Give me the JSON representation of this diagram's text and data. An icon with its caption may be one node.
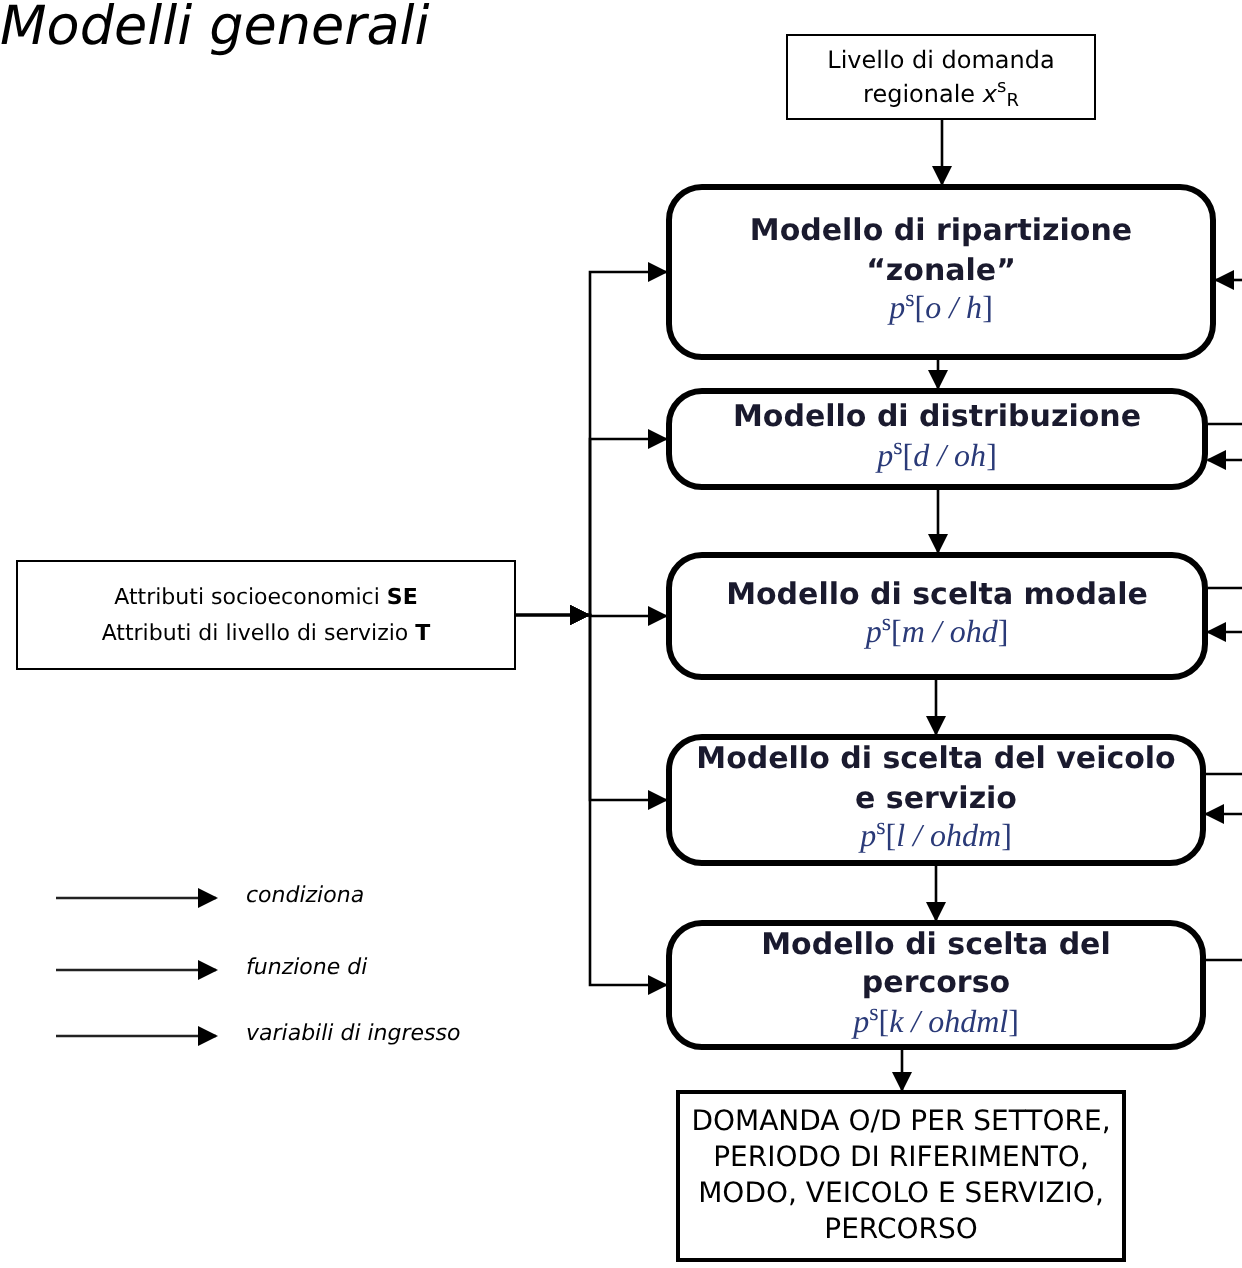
{
  "diagram": {
    "title": "Modelli generali",
    "nodes": [
      {
        "text": [
          "Livello di domanda regionale *x*$^{s}$$_{R}$"
        ]
      },
      {
        "text": [
          "Modello di ripartizione “zonale”",
          "*p*$^{s}$[*o / h*]"
        ]
      },
      {
        "text": [
          "Modello di distribuzione",
          "*p*$^{s}$[*d / oh*]"
        ]
      },
      {
        "text": [
          "Modello di scelta modale",
          "*p*$^{s}$[*m / ohd*]"
        ]
      },
      {
        "text": [
          "Modello di scelta del veicolo e servizio",
          "*p*$^{s}$[*l / ohdm*]"
        ]
      },
      {
        "text": [
          "Modello di scelta del percorso",
          "*p*$^{s}$[*k / ohdml*]"
        ]
      },
      {
        "text": [
          "DOMANDA O/D PER SETTORE, PERIODO DI RIFERIMENTO, MODO, VEICOLO E SERVIZIO, PERCORSO"
        ]
      },
      {
        "text": [
          "Attributi socioeconomici **SE**",
          "Attributi di livello di servizio **T**"
        ]
      }
    ],
    "edges": [
      {
        "from": 0,
        "to": 1,
        "arrow": "to"
      },
      {
        "from": 1,
        "to": 2,
        "arrow": "to"
      },
      {
        "from": 2,
        "to": 3,
        "arrow": "to"
      },
      {
        "from": 3,
        "to": 4,
        "arrow": "to"
      },
      {
        "from": 4,
        "to": 5,
        "arrow": "to"
      },
      {
        "from": 5,
        "to": 6,
        "arrow": "to"
      },
      {
        "from": 7,
        "to": 1,
        "arrow": "to"
      },
      {
        "from": 7,
        "to": 2,
        "arrow": "to"
      },
      {
        "from": 7,
        "to": 3,
        "arrow": "to"
      },
      {
        "from": 7,
        "to": 4,
        "arrow": "to"
      },
      {
        "from": 7,
        "to": 5,
        "arrow": "to"
      },
      {
        "from": null,
        "to": 1,
        "arrow": "to"
      },
      {
        "from": 2,
        "to": null,
        "arrow": "none"
      },
      {
        "from": null,
        "to": 2,
        "arrow": "to"
      },
      {
        "from": 3,
        "to": null,
        "arrow": "none"
      },
      {
        "from": null,
        "to": 3,
        "arrow": "to"
      },
      {
        "from": 4,
        "to": null,
        "arrow": "none"
      },
      {
        "from": null,
        "to": 4,
        "arrow": "to"
      },
      {
        "from": 5,
        "to": null,
        "arrow": "none"
      }
    ],
    "legend": [
      {
        "text": "condiziona"
      },
      {
        "text": "funzione di"
      },
      {
        "text": "variabili di ingresso"
      }
    ]
  }
}
